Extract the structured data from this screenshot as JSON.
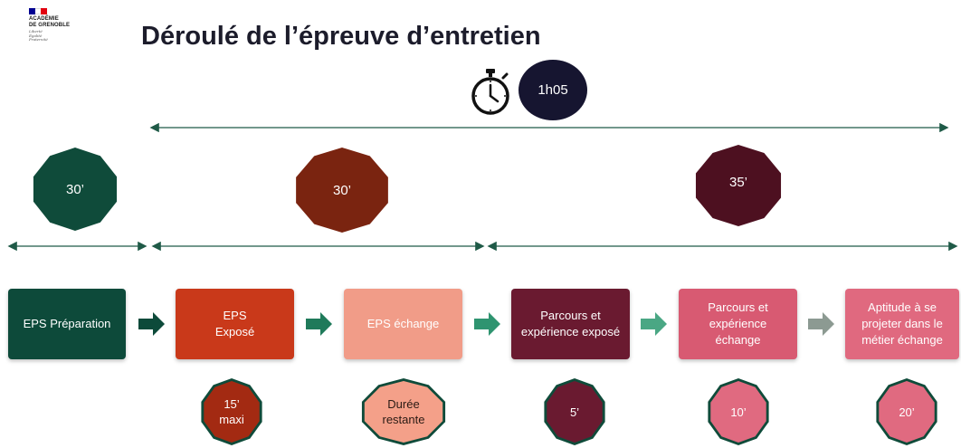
{
  "header": {
    "logo_line1": "ACADÉMIE",
    "logo_line2": "DE GRENOBLE",
    "logo_motto": "Liberté\nÉgalité\nFraternité",
    "title": "Déroulé de l’épreuve d’entretien"
  },
  "total": {
    "icon": "stopwatch-icon",
    "label": "1h05"
  },
  "phases": [
    {
      "label": "30’",
      "color": "#0f4b3a"
    },
    {
      "label": "30’",
      "color": "#7a2410"
    },
    {
      "label": "35’",
      "color": "#4d1020"
    }
  ],
  "steps": [
    {
      "label": "EPS Préparation",
      "color": "#0d4a3a"
    },
    {
      "label": "EPS\nExposé",
      "color": "#c9391a"
    },
    {
      "label": "EPS échange",
      "color": "#f19c88"
    },
    {
      "label": "Parcours et\nexpérience exposé",
      "color": "#6a1a30"
    },
    {
      "label": "Parcours et\nexpérience\néchange",
      "color": "#d85a72"
    },
    {
      "label": "Aptitude à se\nprojeter dans le\nmétier échange",
      "color": "#e0697f"
    }
  ],
  "flow_arrows": [
    {
      "color": "#0d4a3a"
    },
    {
      "color": "#1f7a5a"
    },
    {
      "color": "#2f9470"
    },
    {
      "color": "#4aa784"
    },
    {
      "color": "#8c9a92"
    }
  ],
  "durations": [
    {
      "label": "15’\nmaxi",
      "color": "#a32a12"
    },
    {
      "label": "Durée\nrestante",
      "color": "#f4a089"
    },
    {
      "label": "5’",
      "color": "#6a1a30"
    },
    {
      "label": "10’",
      "color": "#e06a80"
    },
    {
      "label": "20’",
      "color": "#e06a80"
    }
  ]
}
